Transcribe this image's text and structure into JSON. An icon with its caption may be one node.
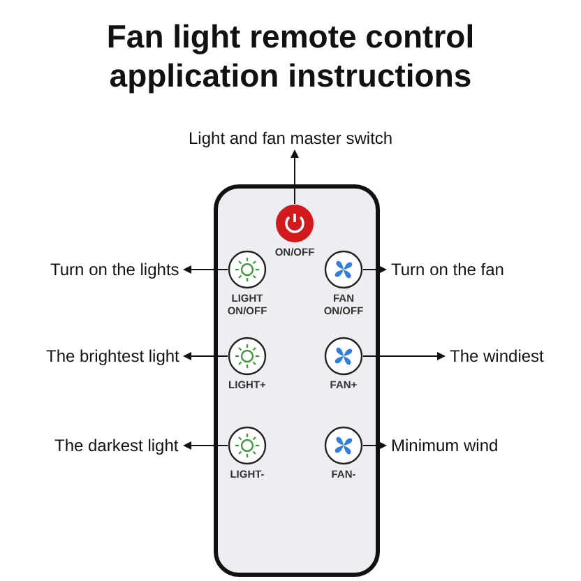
{
  "diagram": {
    "title": "Fan light remote control application instructions",
    "nodes": [
      {
        "text": [],
        "shape": "box"
      },
      {
        "text": [
          "ON/OFF"
        ],
        "in": 0
      },
      {
        "text": [
          "LIGHT ON/OFF"
        ],
        "in": 0
      },
      {
        "text": [
          "FAN ON/OFF"
        ],
        "in": 0
      },
      {
        "text": [
          "LIGHT+"
        ],
        "in": 0
      },
      {
        "text": [
          "FAN+"
        ],
        "in": 0
      },
      {
        "text": [
          "LIGHT-"
        ],
        "in": 0
      },
      {
        "text": [
          "FAN-"
        ],
        "in": 0
      },
      {
        "text": [
          "Light and fan master switch"
        ]
      },
      {
        "text": [
          "Turn on the lights"
        ]
      },
      {
        "text": [
          "Turn on the fan"
        ]
      },
      {
        "text": [
          "The brightest light"
        ]
      },
      {
        "text": [
          "The windiest"
        ]
      },
      {
        "text": [
          "The darkest light"
        ]
      },
      {
        "text": [
          "Minimum wind"
        ]
      }
    ],
    "edges": [
      {
        "from": 1,
        "to": 8,
        "arrow": "to"
      },
      {
        "from": 2,
        "to": 9,
        "arrow": "to"
      },
      {
        "from": 3,
        "to": 10,
        "arrow": "to"
      },
      {
        "from": 4,
        "to": 11,
        "arrow": "to"
      },
      {
        "from": 5,
        "to": 12,
        "arrow": "to"
      },
      {
        "from": 6,
        "to": 13,
        "arrow": "to"
      },
      {
        "from": 7,
        "to": 14,
        "arrow": "to"
      }
    ]
  }
}
